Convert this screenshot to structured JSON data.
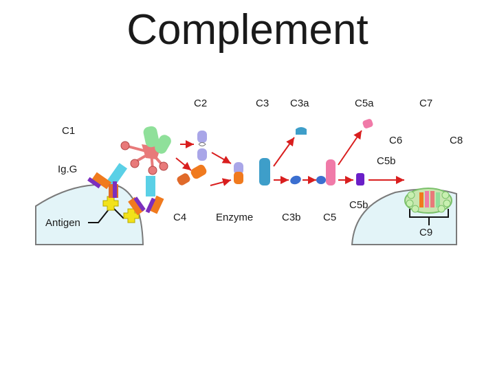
{
  "title": "Complement",
  "labels": {
    "c2": "C2",
    "c3": "C3",
    "c3a": "C3a",
    "c5a": "C5a",
    "c7": "C7",
    "c1": "C1",
    "c6": "C6",
    "c8": "C8",
    "c5b_top": "C5b",
    "igg": "Ig.G",
    "c5b_mid": "C5b",
    "antigen": "Antigen",
    "c4": "C4",
    "enzyme": "Enzyme",
    "c3b": "C3b",
    "c5": "C5",
    "c9": "C9"
  },
  "colors": {
    "cell": "#e3f4f8",
    "cell_outline": "#7a7a7a",
    "arrow": "#d91e1e",
    "igg": "#5ad0e6",
    "c1_pink": "#e87a7a",
    "c1_green": "#8fe09a",
    "c2": "#a9a6e8",
    "c4": "#f07a1e",
    "c3": "#3e9ec9",
    "c3b": "#3b6fd0",
    "c5": "#f07aa8",
    "c5b": "#6a1fc8",
    "antigen": "#f2e21a"
  }
}
